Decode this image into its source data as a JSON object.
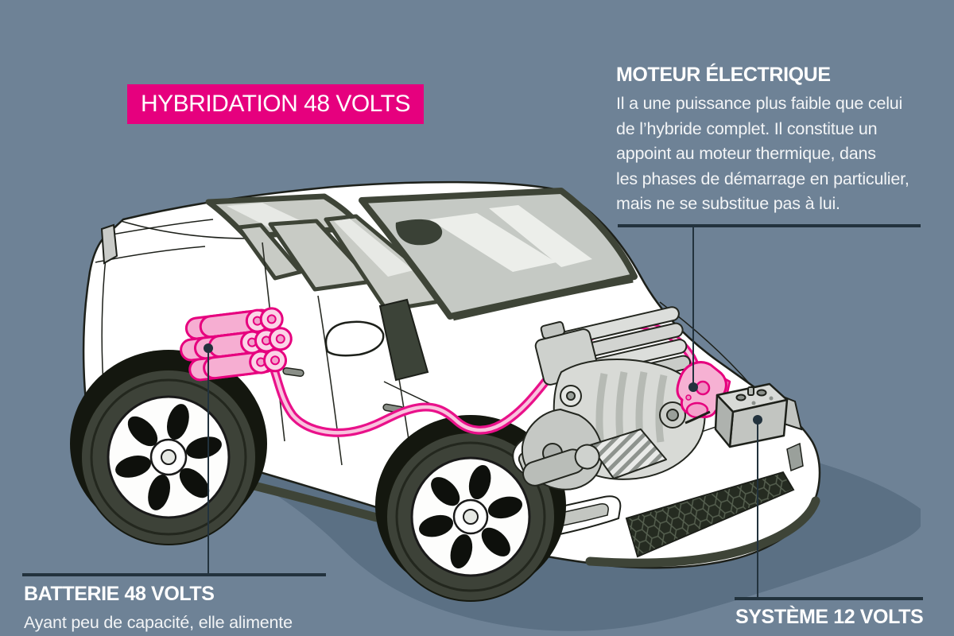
{
  "title": {
    "label": "HYBRIDATION 48 VOLTS"
  },
  "annotations": {
    "electric_motor": {
      "heading": "MOTEUR ÉLECTRIQUE",
      "body_lines": [
        "Il a une puissance plus faible que celui",
        "de l’hybride complet. Il constitue un",
        "appoint au moteur thermique, dans",
        "les phases de démarrage en particulier,",
        "mais ne se substitue pas à lui."
      ]
    },
    "battery_48v": {
      "heading": "BATTERIE 48 VOLTS",
      "body_lines": [
        "Ayant peu de capacité, elle alimente"
      ]
    },
    "system_12v": {
      "heading": "SYSTÈME 12 VOLTS",
      "body_lines": []
    }
  },
  "diagram_parts": [
    "sedan-cutaway-illustration",
    "48v-battery-pack",
    "48v-power-cable",
    "electric-motor",
    "combustion-engine",
    "12v-battery",
    "car-shadow"
  ],
  "colors": {
    "background": "#6e8296",
    "accent_magenta": "#e6007e",
    "cable_pink": "#e9118a",
    "shadow": "#5b7084",
    "leader_line": "#22323d",
    "text": "#ffffff",
    "car_body": "#ffffff",
    "glass": "#c8cbc5",
    "pillar": "#3e4437"
  }
}
